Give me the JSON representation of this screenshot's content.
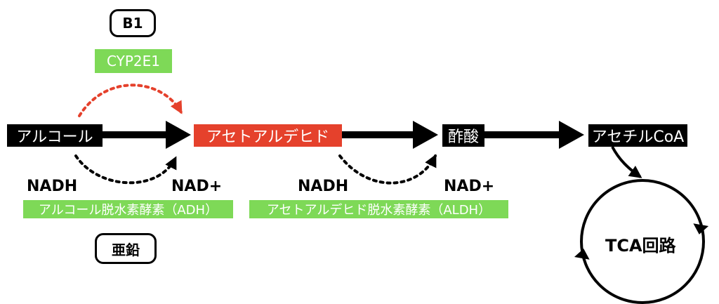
{
  "nodes": {
    "alcohol": "アルコール",
    "acetaldehyde": "アセトアルデヒド",
    "acetic_acid": "酢酸",
    "acetyl_coa": "アセチルCoA",
    "tca": "TCA回路"
  },
  "cofactors": {
    "b1": "B1",
    "zinc": "亜鉛"
  },
  "enzymes": {
    "cyp2e1": "CYP2E1",
    "adh": "アルコール脱水素酵素（ADH）",
    "aldh": "アセトアルデヒド脱水素酵素（ALDH）"
  },
  "reaction1": {
    "nadh": "NADH",
    "nad_plus": "NAD+"
  },
  "reaction2": {
    "nadh": "NADH",
    "nad_plus": "NAD+"
  },
  "colors": {
    "node_black": "#000000",
    "acetaldehyde_red": "#e5412c",
    "enzyme_green": "#7ed957",
    "cyp_arrow_red": "#e5412c"
  }
}
